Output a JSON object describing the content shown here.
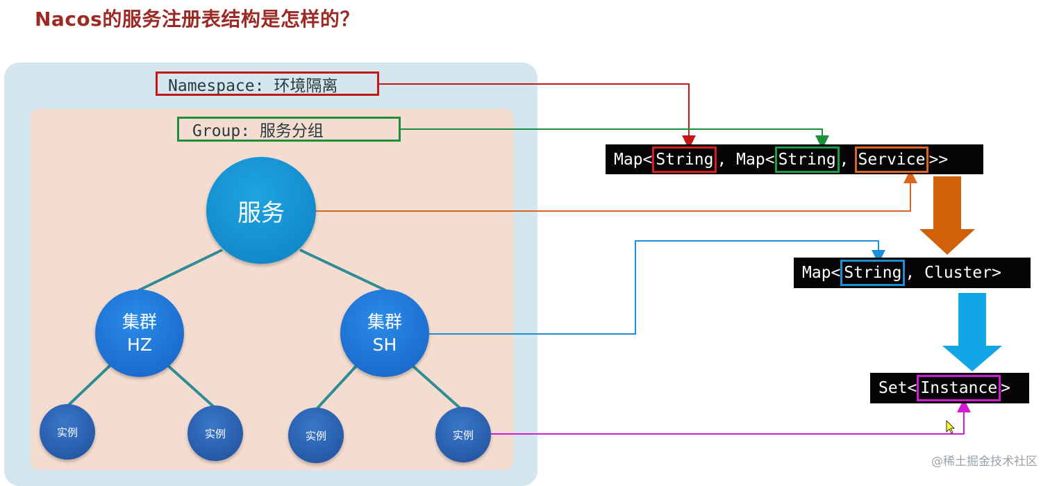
{
  "title": "Nacos的服务注册表结构是怎样的？",
  "labels": {
    "namespace": "Namespace: 环境隔离",
    "group": "Group: 服务分组"
  },
  "nodes": {
    "service": "服务",
    "cluster_hz": {
      "line1": "集群",
      "line2": "HZ"
    },
    "cluster_sh": {
      "line1": "集群",
      "line2": "SH"
    },
    "instance": "实例"
  },
  "code": {
    "map1": {
      "prefix": "Map<",
      "key": "String",
      "sep": ", Map<",
      "inner_key": "String",
      "comma": ",",
      "value": "Service",
      "suffix": ">>"
    },
    "map2": {
      "prefix": "Map<",
      "key": "String",
      "rest": ", Cluster>"
    },
    "set": {
      "prefix": "Set<",
      "value": "Instance",
      "suffix": ">"
    }
  },
  "colors": {
    "namespace": "#c41616",
    "group": "#1d8f3a",
    "service": "#d9651f",
    "cluster": "#1e8fd6",
    "instance": "#d21bd2",
    "arrow_orange": "#d0600a",
    "arrow_blue": "#12a6e6"
  },
  "watermark": "@稀土掘金技术社区"
}
